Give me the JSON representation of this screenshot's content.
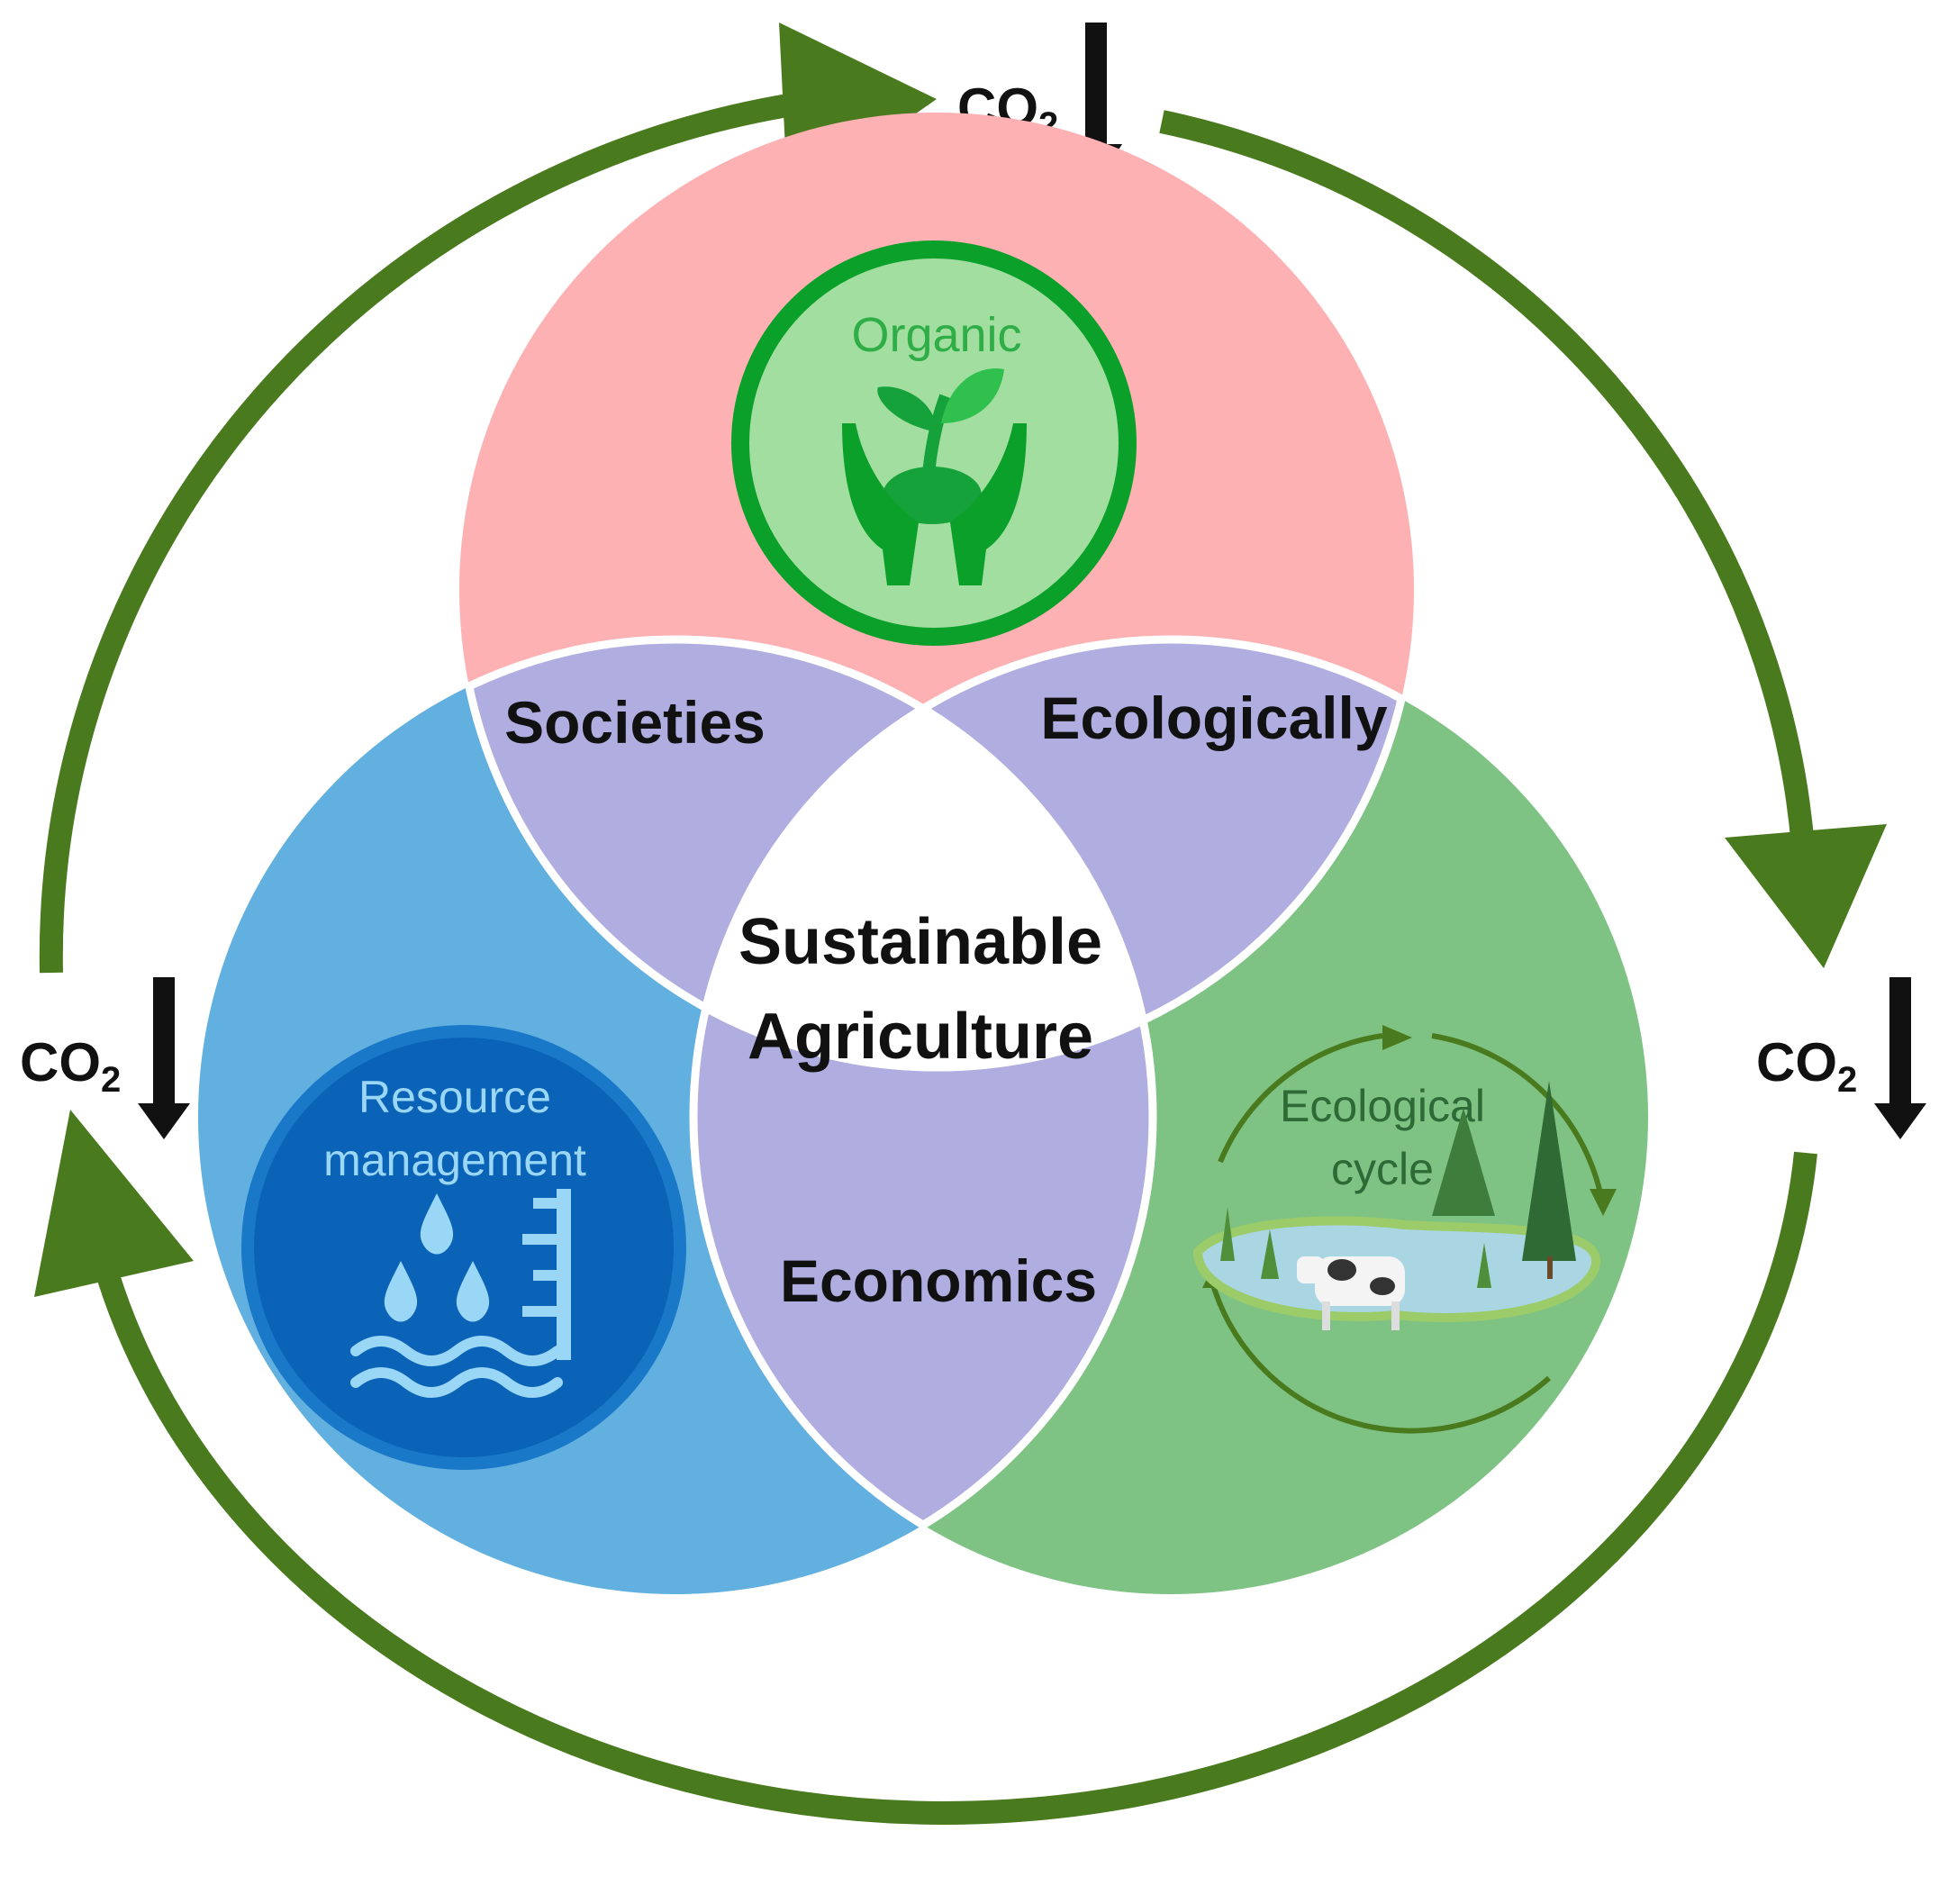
{
  "center": {
    "line1": "Sustainable",
    "line2": "Agriculture"
  },
  "regions": {
    "societies": "Societies",
    "ecologically": "Ecologically",
    "economics": "Economics"
  },
  "badges": {
    "organic": "Organic",
    "resource_line1": "Resource",
    "resource_line2": "management",
    "ecological_line1": "Ecological",
    "ecological_line2": "cycle"
  },
  "co2": {
    "top": {
      "base": "CO",
      "sub": "2"
    },
    "left": {
      "base": "CO",
      "sub": "2"
    },
    "right": {
      "base": "CO",
      "sub": "2"
    }
  },
  "icons": {
    "organic": "plant-in-hands-icon",
    "resource": "water-drops-gauge-icon",
    "ecological": "pond-cow-trees-icon",
    "co2_arrow": "down-arrow-icon",
    "cycle_arrow": "cycle-arrow-icon"
  },
  "colors": {
    "cycle_green": "#4a7a1e",
    "top_circle": "#fdb1b3",
    "left_circle": "#62b0df",
    "right_circle": "#7ec384",
    "overlap": "#b0ade0",
    "organic_green": "#0aa02a",
    "resource_blue": "#0a63b6"
  }
}
